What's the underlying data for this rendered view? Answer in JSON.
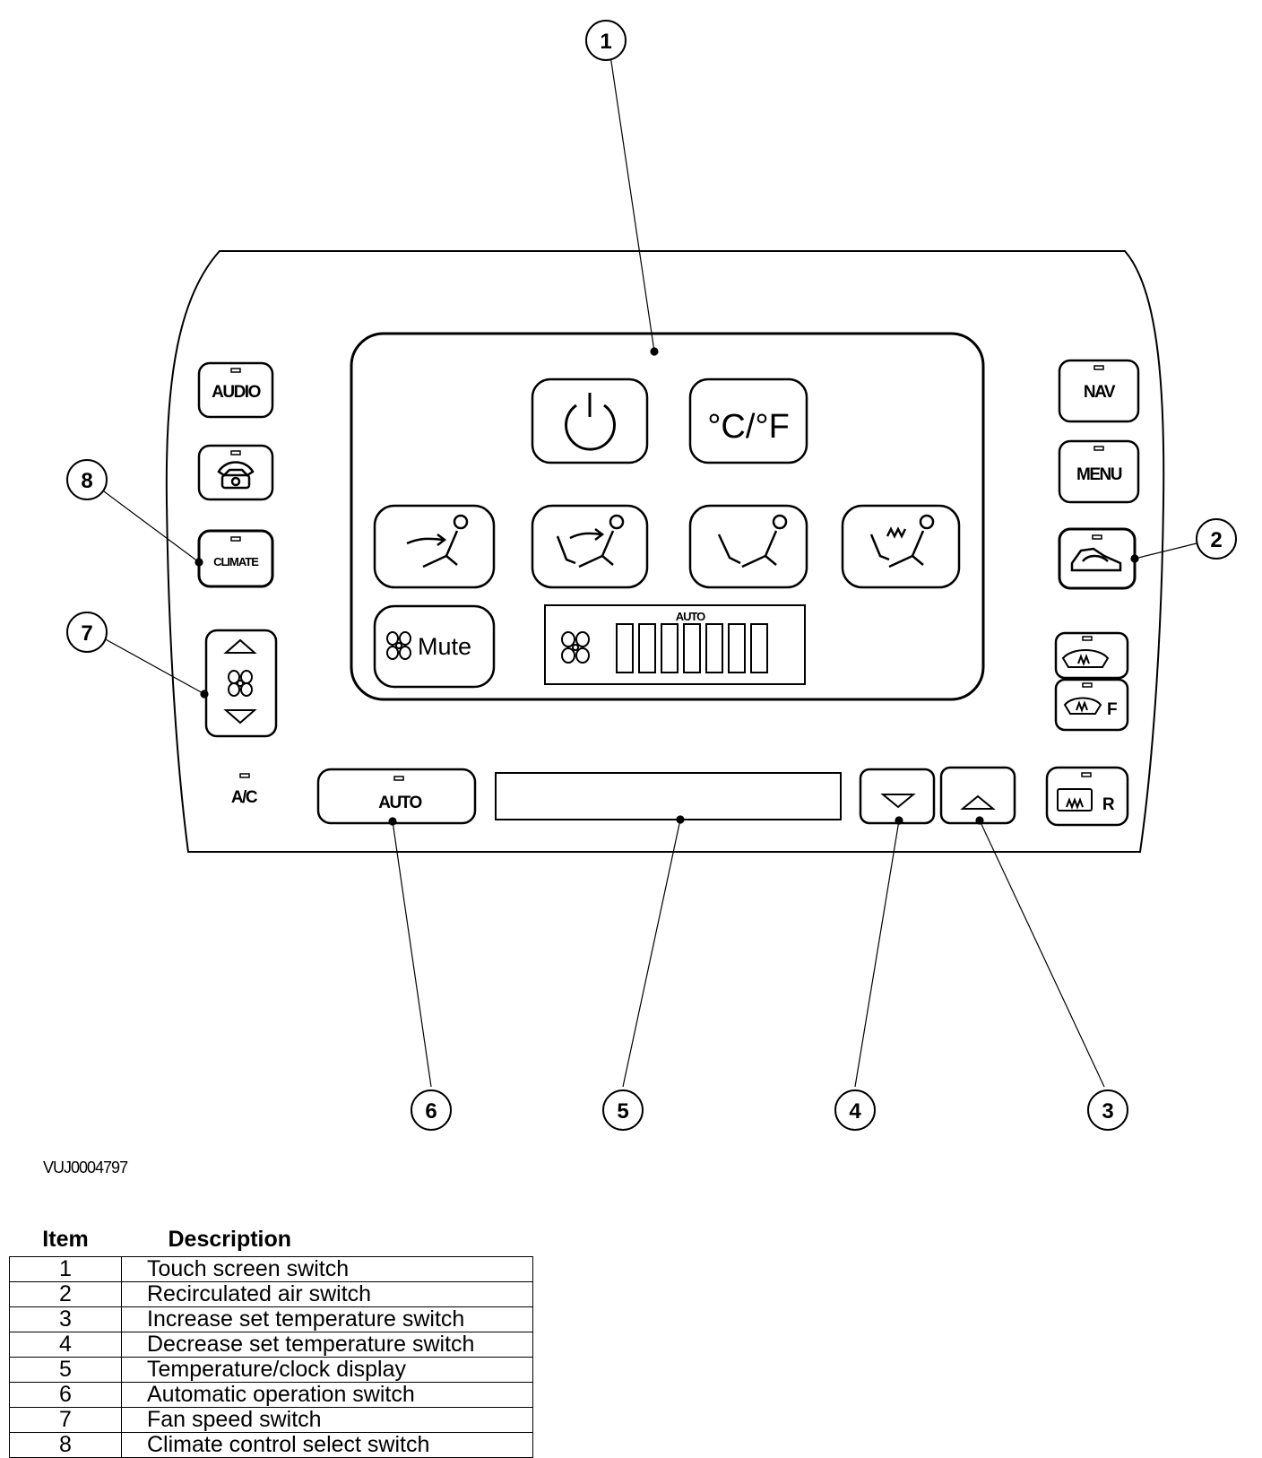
{
  "panel": {
    "left_buttons": {
      "audio": "AUDIO",
      "climate": "CLIMATE",
      "ac": "A/C"
    },
    "right_buttons": {
      "nav": "NAV",
      "menu": "MENU",
      "rear_defrost": "R",
      "front_defrost": "F"
    },
    "screen": {
      "units_label": "°C/°F",
      "mute_label": "Mute",
      "fan_bar_label": "AUTO",
      "fan_bar_segments": 7
    },
    "auto_button": "AUTO"
  },
  "callouts": [
    "1",
    "2",
    "3",
    "4",
    "5",
    "6",
    "7",
    "8"
  ],
  "figure_code": "VUJ0004797",
  "table": {
    "headers": [
      "Item",
      "Description"
    ],
    "rows": [
      {
        "item": "1",
        "description": "Touch screen switch"
      },
      {
        "item": "2",
        "description": "Recirculated air switch"
      },
      {
        "item": "3",
        "description": "Increase set temperature switch"
      },
      {
        "item": "4",
        "description": "Decrease set temperature switch"
      },
      {
        "item": "5",
        "description": "Temperature/clock display"
      },
      {
        "item": "6",
        "description": "Automatic operation switch"
      },
      {
        "item": "7",
        "description": "Fan speed switch"
      },
      {
        "item": "8",
        "description": "Climate control select switch"
      }
    ]
  }
}
